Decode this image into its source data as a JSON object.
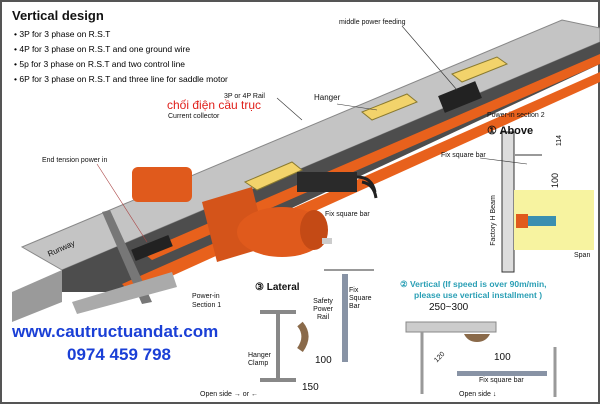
{
  "header": {
    "title": "Vertical design",
    "bullets": [
      "3P for 3 phase on R.S.T",
      "4P for 3 phase on R.S.T and one ground wire",
      "5p for 3 phase on R.S.T and two control line",
      "6P for 3 phase on R.S.T and three line for saddle motor"
    ]
  },
  "labels": {
    "rail": "3P or 4P Rail",
    "vn_title": "chối điện cầu trục",
    "collector": "Current collector",
    "middle_feeding": "middle power feeding",
    "hanger": "Hanger",
    "end_tension": "End tension power in",
    "fix_bar_main": "Fix square bar",
    "runway": "Runway",
    "power_in_1": "Power-in Section 1"
  },
  "above": {
    "section": "Power-in section 2",
    "title": "① Above",
    "fix_bar": "Fix square bar",
    "dim_114": "114",
    "dim_100": "100",
    "beam": "Factory H Beam",
    "span": "Span"
  },
  "lateral": {
    "title": "③ Lateral",
    "safety_rail": "Safety Power Rail",
    "fix_bar": "Fix Square Bar",
    "hanger_clamp": "Hanger Clamp",
    "dim_100": "100",
    "dim_150": "150",
    "open_side": "Open side → or ←"
  },
  "vertical": {
    "title_line1": "② Vertical (If speed is over 90m/min,",
    "title_line2": "please use vertical installment )",
    "dim_250": "250~300",
    "dim_100": "100",
    "dim_120": "120",
    "fix_bar": "Fix square bar",
    "open_side": "Open side ↓"
  },
  "contact": {
    "website": "www.cautructuandat.com",
    "phone": "0974 459 798"
  },
  "colors": {
    "rail": "#e8611c",
    "hanger": "#f2d36b",
    "beam": "#b8b8b8",
    "web": "#4a4a4a",
    "contact": "#1a3fd6",
    "vn": "#e0201b",
    "vertical": "#2a9fb5",
    "motor": "#3a8fb0",
    "yellow_panel": "#f7f3a0"
  }
}
